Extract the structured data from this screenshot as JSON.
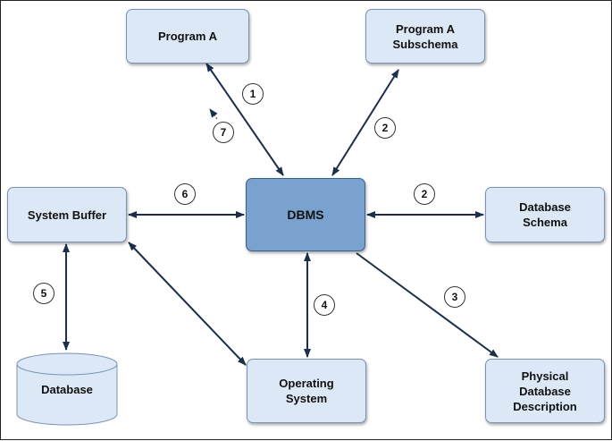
{
  "nodes": {
    "program_a": "Program A",
    "program_a_subschema": "Program A\nSubschema",
    "system_buffer": "System Buffer",
    "dbms": "DBMS",
    "database_schema": "Database\nSchema",
    "database": "Database",
    "operating_system": "Operating\nSystem",
    "physical_database_description": "Physical\nDatabase\nDescription"
  },
  "steps": {
    "s1": "1",
    "s2_subschema": "2",
    "s7": "7",
    "s6": "6",
    "s2_schema": "2",
    "s5": "5",
    "s4": "4",
    "s3": "3"
  },
  "colors": {
    "box_fill": "#dce8f5",
    "dbms_fill": "#7aa2cf",
    "arrow": "#1c2f4a"
  }
}
